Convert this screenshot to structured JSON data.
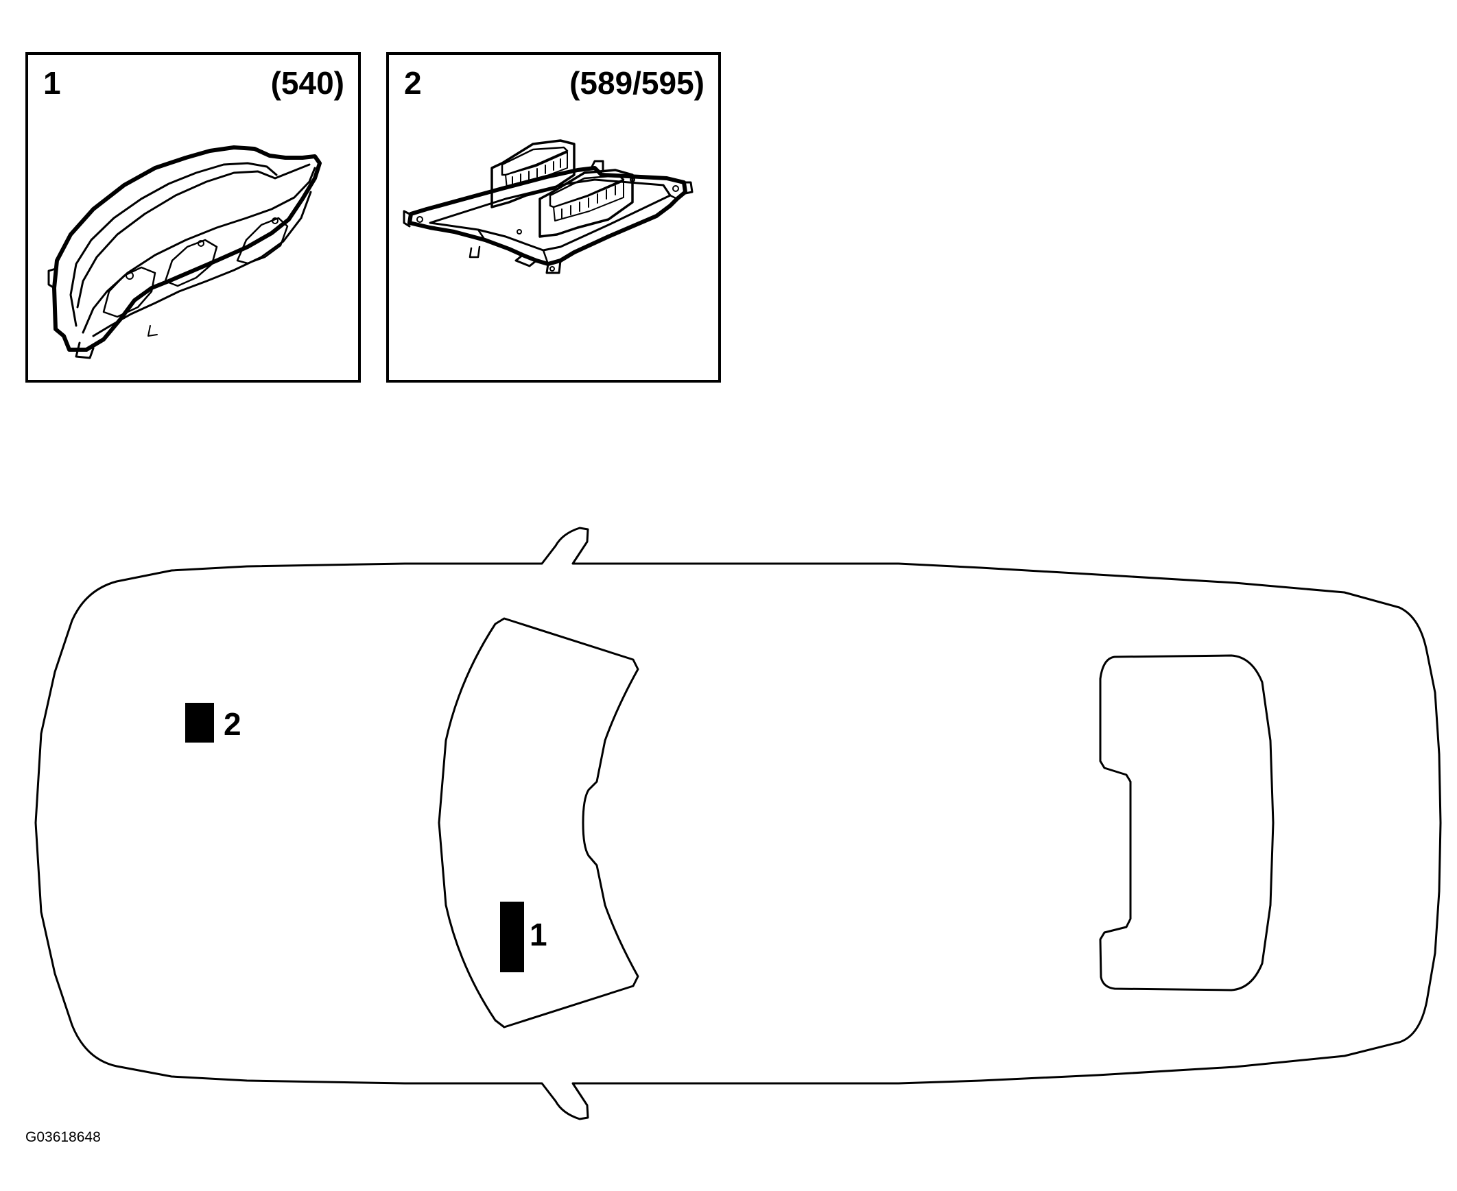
{
  "panels": [
    {
      "number": "1",
      "code": "(540)",
      "component_icon": "instrument-cluster-icon"
    },
    {
      "number": "2",
      "code": "(589/595)",
      "component_icon": "control-module-icon"
    }
  ],
  "markers": [
    {
      "label": "1"
    },
    {
      "label": "2"
    }
  ],
  "figure_id": "G03618648",
  "colors": {
    "line": "#000000",
    "background": "#ffffff",
    "marker_fill": "#000000"
  }
}
